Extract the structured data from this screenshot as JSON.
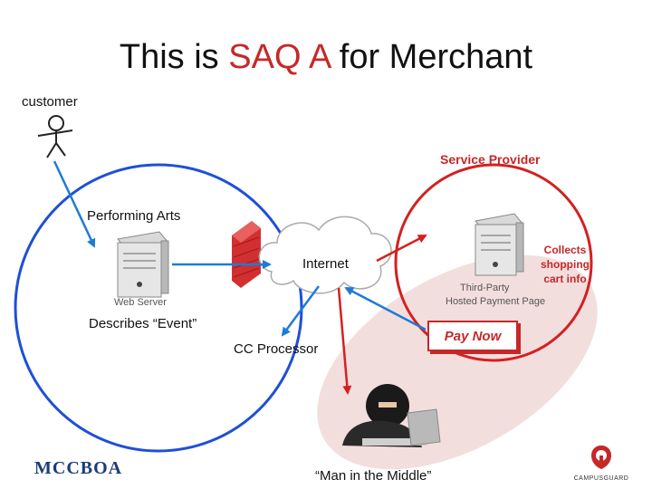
{
  "slide": {
    "title_prefix": "This is ",
    "title_accent": "SAQ A",
    "title_suffix": " for Merchant"
  },
  "labels": {
    "customer": "customer",
    "service_provider": "Service Provider",
    "performing_arts": "Performing Arts",
    "internet": "Internet",
    "collects_line1": "Collects",
    "collects_line2": "shopping",
    "collects_line3": "cart info",
    "third_party_line1": "Third-Party",
    "third_party_line2": "Hosted Payment Page",
    "web_server": "Web Server",
    "describes_event": "Describes “Event”",
    "pay_now": "Pay Now",
    "cc_processor": "CC Processor",
    "mitm": "“Man in the Middle”"
  },
  "logos": {
    "left": "MCCBOA",
    "right": "CAMPUSGUARD"
  },
  "colors": {
    "accent_red": "#c62828",
    "circle_blue": "#1e4fd8",
    "mitm_zone": "#f3dede"
  }
}
